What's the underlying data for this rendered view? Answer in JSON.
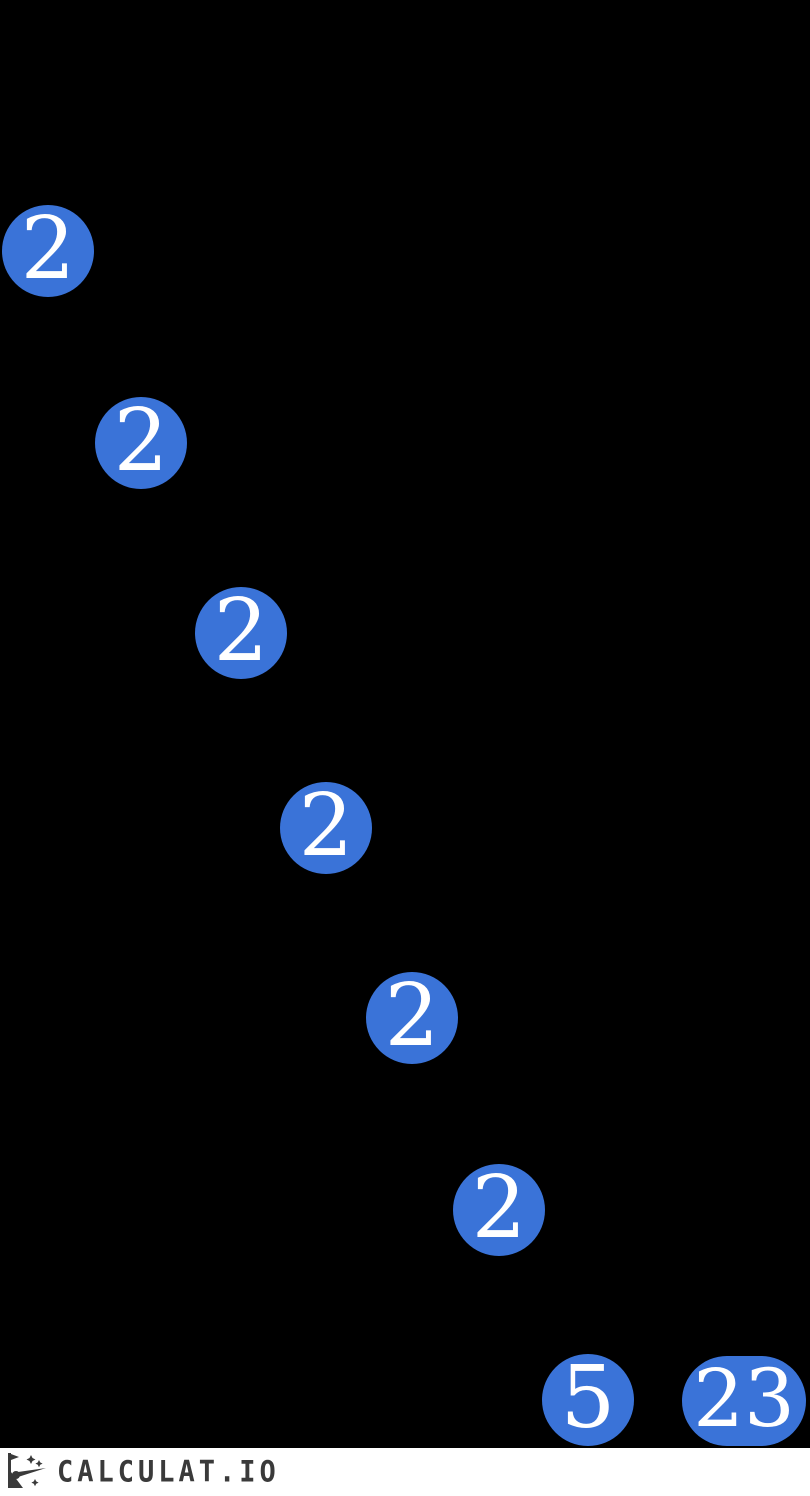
{
  "background_color": "#000000",
  "factor_tree": {
    "node_fill_color": "#3a73d8",
    "node_text_color": "#ffffff",
    "visible_nodes": [
      {
        "value": "2",
        "shape": "circle"
      },
      {
        "value": "2",
        "shape": "circle"
      },
      {
        "value": "2",
        "shape": "circle"
      },
      {
        "value": "2",
        "shape": "circle"
      },
      {
        "value": "2",
        "shape": "circle"
      },
      {
        "value": "2",
        "shape": "circle"
      },
      {
        "value": "5",
        "shape": "circle"
      },
      {
        "value": "23",
        "shape": "pill"
      }
    ]
  },
  "footer": {
    "logo_text": "CALCULAT.IO",
    "logo_icon": "wand-sparkles-icon",
    "text_color": "#3a3a3a",
    "background_color": "#ffffff"
  }
}
